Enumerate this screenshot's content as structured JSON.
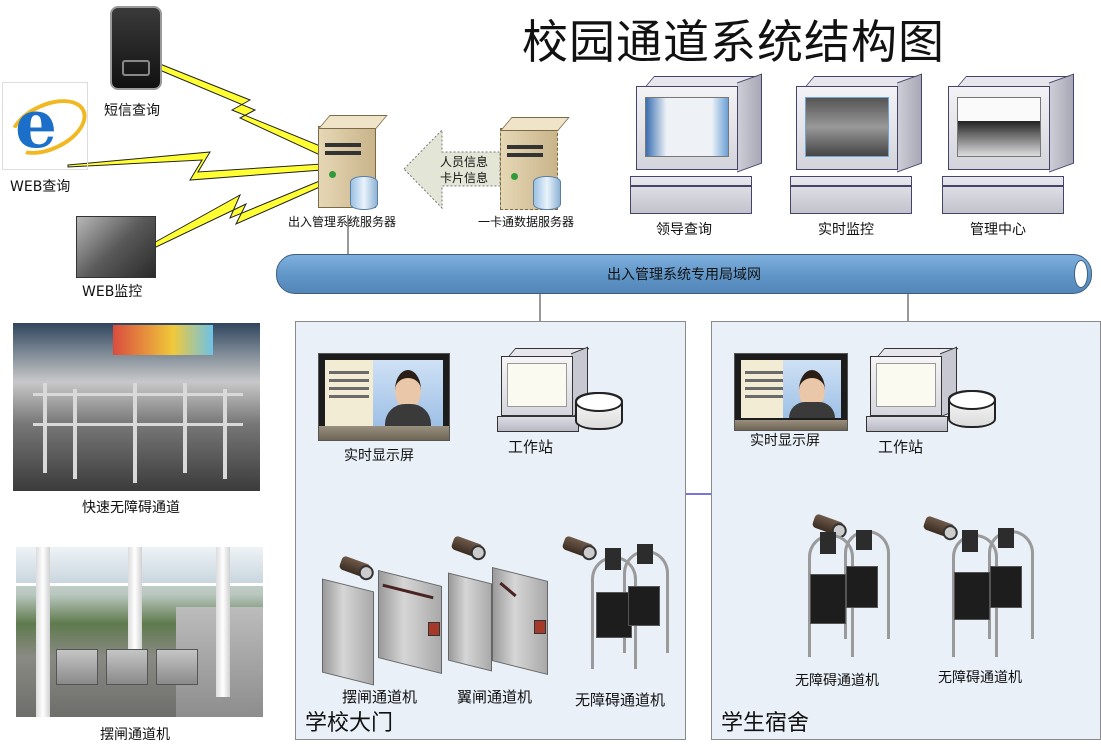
{
  "title": "校园通道系统结构图",
  "remote_access": {
    "sms": "短信查询",
    "web_query": "WEB查询",
    "web_monitor": "WEB监控"
  },
  "servers": {
    "access_server": "出入管理系统服务器",
    "card_server": "一卡通数据服务器",
    "transfer_lines": [
      "人员信息",
      "卡片信息"
    ]
  },
  "clients": [
    {
      "label": "领导查询"
    },
    {
      "label": "实时监控"
    },
    {
      "label": "管理中心"
    }
  ],
  "network": {
    "label": "出入管理系统专用局域网"
  },
  "photos": [
    {
      "caption": "快速无障碍通道"
    },
    {
      "caption": "摆闸通道机"
    }
  ],
  "zones": [
    {
      "title": "学校大门",
      "display_label": "实时显示屏",
      "workstation_label": "工作站",
      "devices": [
        "摆闸通道机",
        "翼闸通道机",
        "无障碍通道机"
      ]
    },
    {
      "title": "学生宿舍",
      "display_label": "实时显示屏",
      "workstation_label": "工作站",
      "devices": [
        "无障碍通道机",
        "无障碍通道机"
      ]
    }
  ],
  "colors": {
    "lan_blue": "#6a9fd0",
    "zone_bg": "#e9f0f8",
    "lightning": "#ffff33",
    "control_line": "#2424c8"
  }
}
